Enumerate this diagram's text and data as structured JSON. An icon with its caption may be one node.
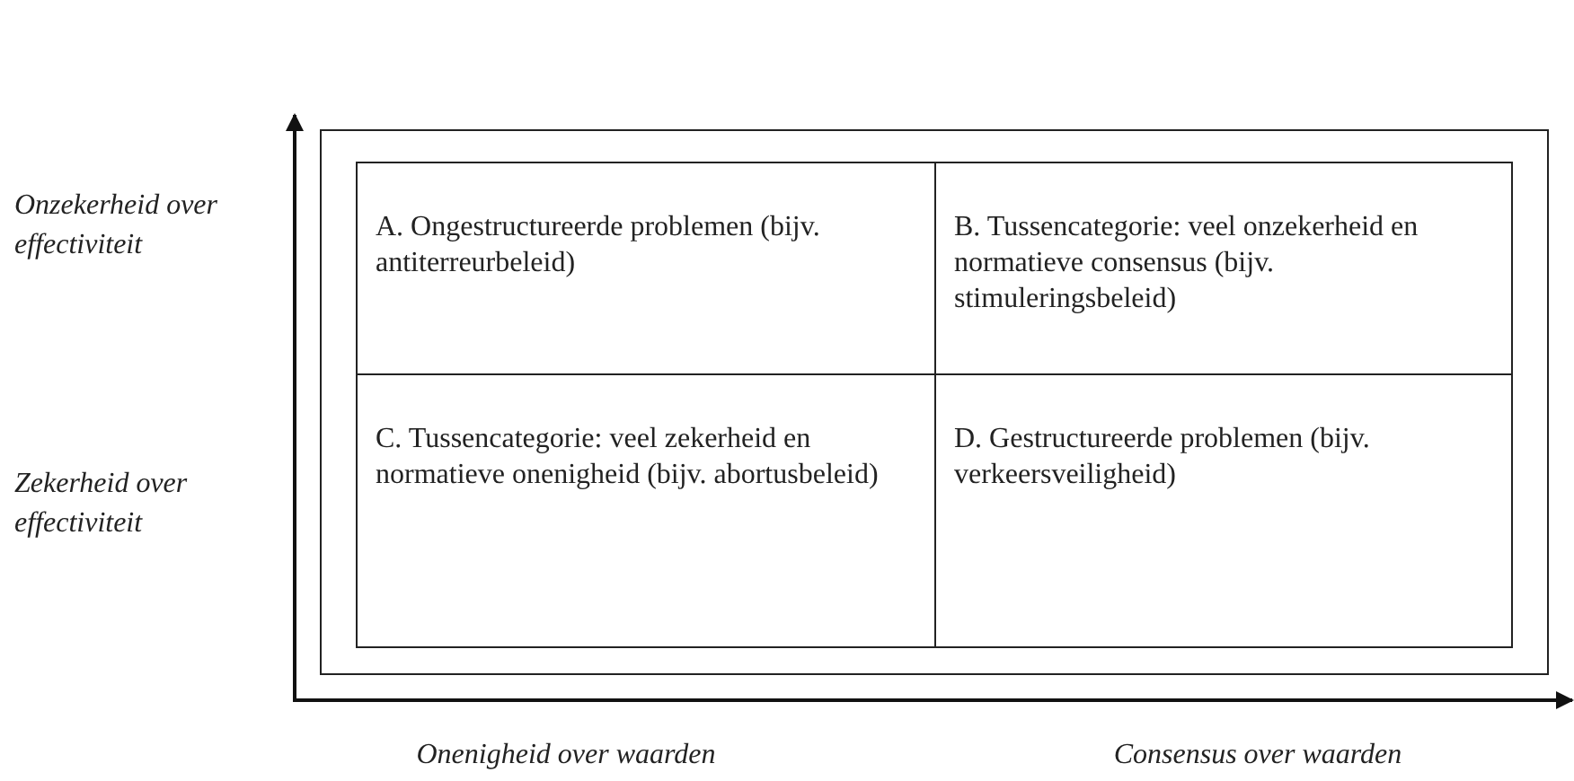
{
  "diagram": {
    "nodes": [
      {
        "text": [],
        "shape": "box"
      },
      {
        "text": [
          "A. Ongestructureerde problemen (bijv. antiterreurbeleid)"
        ],
        "in": 0
      },
      {
        "text": [
          "B. Tussencategorie: veel onzekerheid en normatieve consensus (bijv. stimuleringsbeleid)"
        ],
        "in": 0
      },
      {
        "text": [
          "C. Tussencategorie: veel zekerheid en normatieve onenigheid (bijv. abortusbeleid)"
        ],
        "in": 0
      },
      {
        "text": [
          "D. Gestructureerde problemen (bijv. verkeersveiligheid)"
        ],
        "in": 0
      }
    ],
    "edges": [],
    "labels": [
      "Onzekerheid over effectiviteit",
      "Zekerheid over effectiviteit",
      "Onenigheid over waarden",
      "Consensus over waarden"
    ]
  }
}
